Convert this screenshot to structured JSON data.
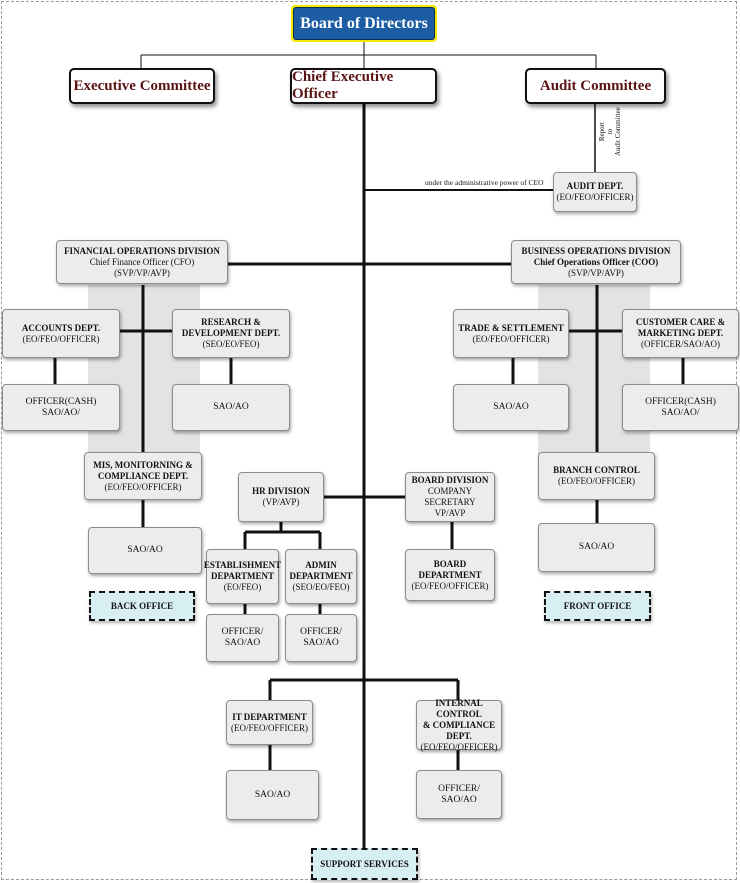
{
  "board": "Board of Directors",
  "committees": {
    "executive": "Executive Committee",
    "ceo": "Chief Executive Officer",
    "audit": "Audit Committee"
  },
  "notes": {
    "report_line1": "Report",
    "report_line2": "to",
    "report_line3": "Audit Committee",
    "admin_power": "under the administrative power of CEO"
  },
  "audit_dept": {
    "title": "AUDIT DEPT.",
    "grade": "(EO/FEO/OFFICER)"
  },
  "financial": {
    "title": "FINANCIAL OPERATIONS DIVISION",
    "head": "Chief Finance Officer (CFO)",
    "grade": "(SVP/VP/AVP)"
  },
  "business": {
    "title": "BUSINESS OPERATIONS DIVISION",
    "head": "Chief Operations Officer (COO)",
    "grade": "(SVP/VP/AVP)"
  },
  "accounts": {
    "title": "ACCOUNTS DEPT.",
    "grade": "(EO/FEO/OFFICER)",
    "staff_line1": "OFFICER(CASH)",
    "staff_line2": "SAO/AO/"
  },
  "research": {
    "title_line1": "RESEARCH &",
    "title_line2": "DEVELOPMENT DEPT.",
    "grade": "(SEO/EO/FEO)",
    "staff": "SAO/AO"
  },
  "mis": {
    "title_line1": "MIS, MONITORNING &",
    "title_line2": "COMPLIANCE DEPT.",
    "grade": "(EO/FEO/OFFICER)",
    "staff": "SAO/AO"
  },
  "trade": {
    "title": "TRADE & SETTLEMENT",
    "grade": "(EO/FEO/OFFICER)",
    "staff": "SAO/AO"
  },
  "customer": {
    "title_line1": "CUSTOMER CARE &",
    "title_line2": "MARKETING DEPT.",
    "grade": "(OFFICER/SAO/AO)",
    "staff_line1": "OFFICER(CASH)",
    "staff_line2": "SAO/AO/"
  },
  "branch": {
    "title": "BRANCH CONTROL",
    "grade": "(EO/FEO/OFFICER)",
    "staff": "SAO/AO"
  },
  "hr": {
    "title": "HR DIVISION",
    "grade": "(VP/AVP)"
  },
  "establishment": {
    "title_line1": "ESTABLISHMENT",
    "title_line2": "DEPARTMENT",
    "grade": "(EO/FEO)",
    "staff_line1": "OFFICER/",
    "staff_line2": "SAO/AO"
  },
  "admin": {
    "title_line1": "ADMIN",
    "title_line2": "DEPARTMENT",
    "grade": "(SEO/EO/FEO)",
    "staff_line1": "OFFICER/",
    "staff_line2": "SAO/AO"
  },
  "board_division": {
    "title": "BOARD DIVISION",
    "line2": "COMPANY SECRETARY",
    "grade": "VP/AVP"
  },
  "board_dept": {
    "title_line1": "BOARD",
    "title_line2": "DEPARTMENT",
    "grade": "(EO/FEO/OFFICER)"
  },
  "it": {
    "title": "IT DEPARTMENT",
    "grade": "(EO/FEO/OFFICER)",
    "staff": "SAO/AO"
  },
  "internal": {
    "title_line1": "INTERNAL CONTROL",
    "title_line2": "& COMPLIANCE DEPT.",
    "grade": "(EO/FEO/OFFICER)",
    "staff_line1": "OFFICER/",
    "staff_line2": "SAO/AO"
  },
  "tags": {
    "back": "BACK OFFICE",
    "front": "FRONT OFFICE",
    "support": "SUPPORT SERVICES"
  }
}
